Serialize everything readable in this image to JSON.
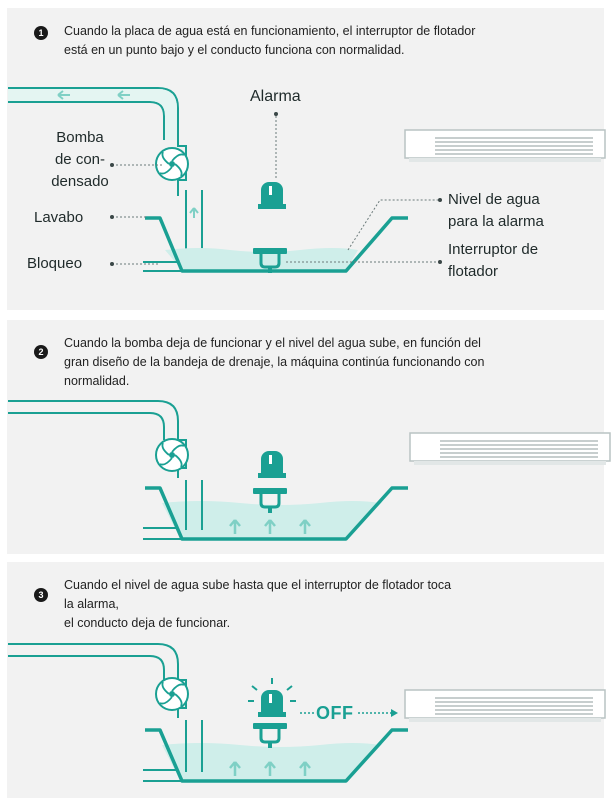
{
  "steps": [
    {
      "number": "1",
      "text_lines": [
        "Cuando la placa de agua está en funcionamiento, el interruptor de flotador",
        "está en un punto bajo y el conducto funciona con normalidad."
      ]
    },
    {
      "number": "2",
      "text_lines": [
        "Cuando la bomba deja de funcionar y el nivel del agua sube, en función del",
        "gran diseño de la bandeja de drenaje, la máquina continúa funcionando con",
        "normalidad."
      ]
    },
    {
      "number": "3",
      "text_lines": [
        "Cuando el nivel de agua sube hasta que el interruptor de flotador toca",
        "la alarma,",
        "el conducto deja de funcionar."
      ]
    }
  ],
  "labels": {
    "alarma": "Alarma",
    "bomba": [
      "Bomba",
      "de con-",
      "densado"
    ],
    "lavabo": "Lavabo",
    "bloqueo": "Bloqueo",
    "nivel": [
      "Nivel de agua",
      "para la alarma"
    ],
    "interruptor": [
      "Interruptor de",
      "flotador"
    ],
    "off": "OFF"
  },
  "colors": {
    "teal": "#1aa093",
    "water": "#cfeeea",
    "pipe_fill": "#e4f5f2",
    "text": "#1f2a2a",
    "panel": "#f2f2f2"
  }
}
